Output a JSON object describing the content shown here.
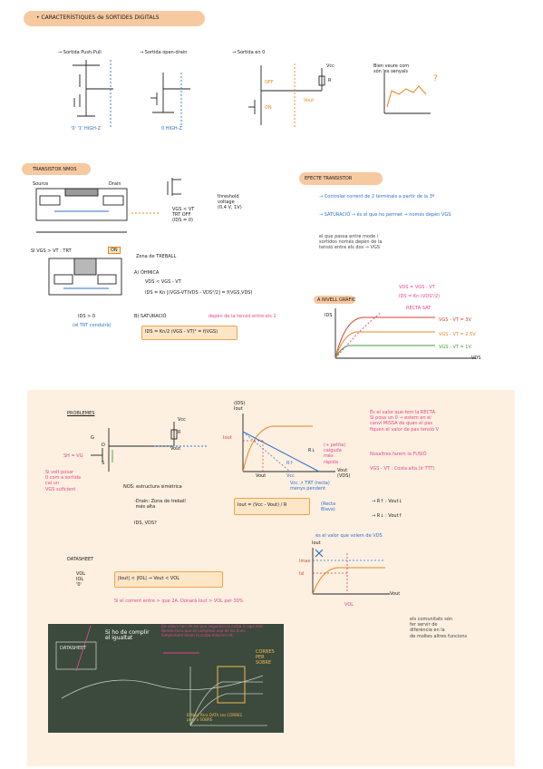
{
  "section1": {
    "title": "• CARACTERÍSTIQUES de SORTIDES DIGITALS",
    "outputs": {
      "push_pull": "→ Sortida Push-Pull",
      "open_drain": "→ Sortida open-drain",
      "zero": "→ Sortida en 0"
    },
    "pp_labels": "'0'  '1'      HIGH-Z",
    "od_labels": "0     HIGH-Z",
    "zero_off": "OFF",
    "zero_on": "ON",
    "zero_vout": "Vout",
    "zero_vcc": "Vcc",
    "zero_r": "R",
    "graph_note": "Bien veure com\nsón les senyals",
    "graph_q": "?"
  },
  "section2": {
    "title": "TRANSISTOR NMOS",
    "source": "Source",
    "drain": "Drain",
    "vgs_cond": "VGS < VT\nTRT OFF\n(IDS = 0)",
    "threshold": "threshold\nvoltage\n(0.4 V, 1V)",
    "si_cond": "SI  VGS > VT : TRT",
    "on": "ON",
    "zona": "Zona de TREBALL",
    "ohmica": "A) ÒHMICA",
    "eq1": "VDS < VGS - VT",
    "eq2": "IDS = Kn [(VGS-VT)VDS - VDS²/2] = f(VGS,VDS)",
    "saturacio": "B) SATURACIÓ",
    "sat_note": "depèn de la tensió entre els 2",
    "sat_eq": "IDS = Kn/2 (VGS - VT)² = f(VGS)",
    "ids_gt0": "IDS > 0",
    "trt_conductor": "(el TRT conduirà)"
  },
  "section3": {
    "title": "EFECTE TRANSISTOR",
    "line1": "→ Controlar corrent de 2 terminals a partir de la 3ª",
    "line2": "→ SATURACIÓ → és el que ho permet → només depèn VGS",
    "note": "el que passa entre mode i\nsortidos només depèn de la\ntensió entre els dos → VGS",
    "graph_title": "A NIVELL GRÀFIC",
    "eqa": "VDS = VGS - VT",
    "eqb": "IDS = Kn (VDS²/2)",
    "recta": "RECTA SAT",
    "ids": "IDS",
    "vds": "VDS",
    "c1": "VGS - VT = 3V",
    "c2": "VGS - VT = 2.5V",
    "c3": "VGS - VT = 1V"
  },
  "section4": {
    "problemes": "PROBLEMES",
    "vcc": "Vcc",
    "r": "R",
    "d": "D",
    "g": "G",
    "s": "S",
    "vout": "Vout",
    "sh": "SH = VG",
    "left_note": "Si volt posar\n0 com a sortida\ncal un\nVGS suficient",
    "estructura": "NOS: estructura simètrica",
    "drain_note": "-Drain: Zona de treball\n més alta",
    "ids_vds": "IDS, VDS?",
    "g_ids": "(IDS)\nIout",
    "g_iout": "Iout",
    "g_vout": "Vout",
    "g_vcc": "Vcc",
    "g_axis": "Vout\n(VDS)",
    "g_note1": "(+ petita)\ncaiguda\nmés\nràpida",
    "g_note2": "Vcc ↗ TRT (recta)\nmenys pendent",
    "g_r": "R↓",
    "g_r2": "R↑",
    "iout_eq": "Iout = (Vcc - Vout) / R",
    "recta_blava": "(Recta\nBlava)",
    "right_note1": "És el valor que fem la RECTA\nSi posa un 0 → estem en el\ncanvi MISSA de quan el pas\nfiquen el valor de pas tensió V",
    "right_note2": "Nosaltres farem la FUSIÓ",
    "right_note3": "VGS - VT : Costa alta (lr TTT)",
    "r_up": "→ R↑ : Vout↓",
    "r_down": "→ R↓ : Vout↑",
    "ddr_note": "és el valor que volem de VDS",
    "g2_iout": "Iout",
    "g2_imax": "Imax",
    "g2_isi": "Isl",
    "g2_vout": "Vout",
    "g2_vol": "VOL",
    "datasheet": "DATASHEET",
    "ds_vars": "VOL\nIOL\n'0'",
    "ds_eq": "|Iout| < |IOL| → Vout < VOL",
    "ds_note": "Si el corrent entre > que 2A. Donarà Iout > VOL per 30%",
    "board_text1": "Si ho de complir\nel igualtat",
    "board_note": "Els valors han de ser que segueixin la corba 2 cops més.\nNomés facis que es compleixi una de les dues.\nSimplement tenen la corba màxima rnt.",
    "board_labels": "DATASHEET",
    "board_right": "CORBES\nPER\nSOBRE",
    "board_bottom": "El Nois Para DATA Les CORBES\nposo a SOBRE",
    "right_bottom_note": "els comunitats són\nfer servir de\ndiferència en la\nde moltes altres funcions"
  },
  "colors": {
    "highlight": "#f7c9a1",
    "sheet": "#fdf0e1",
    "blue": "#2d6fd1",
    "pink": "#e2458c",
    "orange": "#e8861f",
    "green": "#4b9a3f",
    "board": "#3b4a3c"
  }
}
